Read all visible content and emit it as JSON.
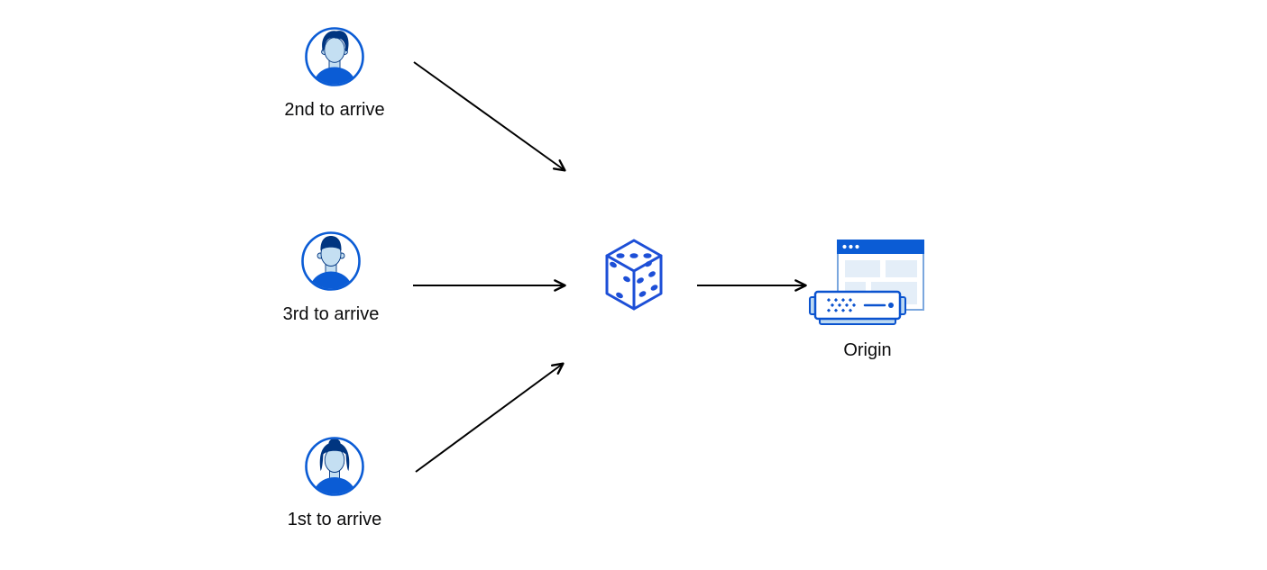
{
  "nodes": {
    "user_top": {
      "label": "2nd to arrive",
      "icon": "man-avatar-icon"
    },
    "user_middle": {
      "label": "3rd to arrive",
      "icon": "man-avatar-icon"
    },
    "user_bottom": {
      "label": "1st to arrive",
      "icon": "woman-avatar-icon"
    },
    "dice": {
      "icon": "dice-icon"
    },
    "origin": {
      "label": "Origin",
      "icon": "origin-server-icon"
    }
  },
  "edges": [
    {
      "from": "user_top",
      "to": "dice"
    },
    {
      "from": "user_middle",
      "to": "dice"
    },
    {
      "from": "user_bottom",
      "to": "dice"
    },
    {
      "from": "dice",
      "to": "origin"
    }
  ],
  "colors": {
    "primary_blue": "#0b5cd5",
    "navy": "#003580",
    "light_blue": "#c4dff2",
    "pale_blue": "#bcd9f2",
    "block_fill": "#e4eef8",
    "window_border": "#7ba7de",
    "server_blue": "#0b53cf",
    "dice_blue": "#1d4fd7",
    "arrow": "#000000"
  }
}
